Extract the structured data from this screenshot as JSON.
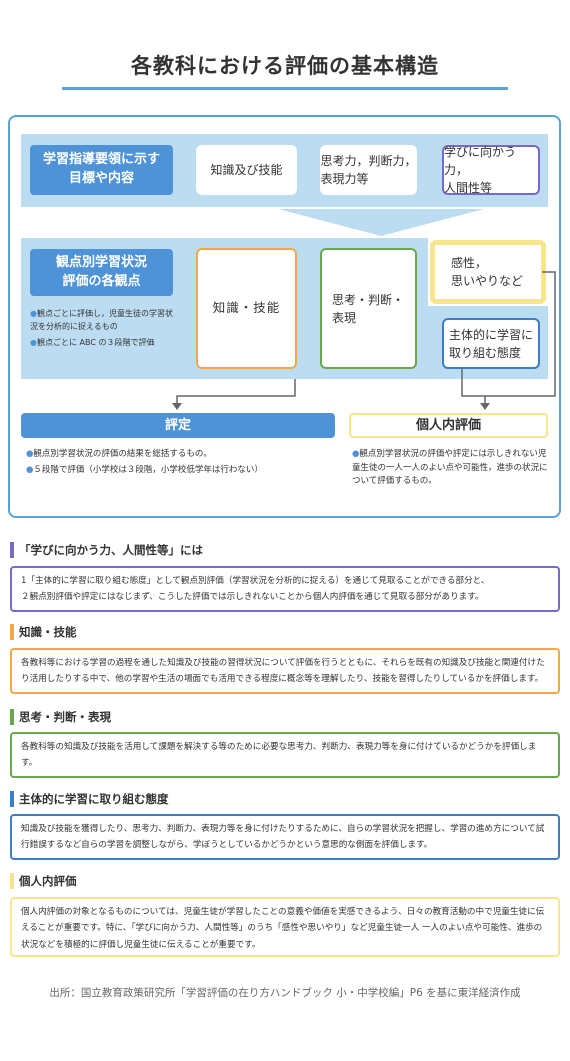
{
  "title": "各教科における評価の基本構造",
  "row1": {
    "label": "学習指導要領に示す\n目標や内容",
    "boxes": [
      "知識及び技能",
      "思考力，判断力，\n表現力等",
      "学びに向かう力，\n人間性等"
    ]
  },
  "row2": {
    "label": "観点別学習状況\n評価の各観点",
    "notes": [
      "観点ごとに評価し，児童生徒の学習状況を分析的に捉えるもの",
      "観点ごとに ABC の３段階で評価"
    ],
    "boxes": [
      "知識・技能",
      "思考・判断・\n表現",
      "主体的に学習に\n取り組む態度"
    ],
    "sensei": "感性，\n思いやりなど"
  },
  "bottom": {
    "hyoutei_label": "評定",
    "hyoutei_notes": [
      "観点別学習状況の評価の結果を総括するもの。",
      "５段階で評価（小学校は３段階，小学校低学年は行わない）"
    ],
    "kojin_label": "個人内評価",
    "kojin_note": "観点別学習状況の評価や評定には示しきれない児童生徒の一人一人のよい点や可能性，進歩の状況について評価するもの。"
  },
  "sections": [
    {
      "title": "「学びに向かう力、人間性等」には",
      "color": "#7b69c7",
      "body": "1「主体的に学習に取り組む態度」として観点別評価（学習状況を分析的に捉える）を通じて見取ることができる部分と、\n２観点別評価や評定にはなじまず、こうした評価では示しきれないことから個人内評価を通じて見取る部分があります。"
    },
    {
      "title": "知識・技能",
      "color": "#f2a945",
      "body": "各教科等における学習の過程を通した知識及び技能の習得状況について評価を行うとともに、それらを既有の知識及び技能と関連付けたり活用したりする中で、他の学習や生活の場面でも活用できる程度に概念等を理解したり、技能を習得したりしているかを評価します。"
    },
    {
      "title": "思考・判断・表現",
      "color": "#6aa84f",
      "body": "各教科等の知識及び技能を活用して課題を解決する等のために必要な思考力、判断力、表現力等を身に付けているかどうかを評価します。"
    },
    {
      "title": "主体的に学習に取り組む態度",
      "color": "#3d7fc6",
      "body": "知識及び技能を獲得したり、思考力、判断力、表現力等を身に付けたりするために、自らの学習状況を把握し、学習の進め方について試行錯誤するなど自らの学習を調整しながら、学ぼうとしているかどうかという意思的な側面を評価します。"
    },
    {
      "title": "個人内評価",
      "color": "#f7e58d",
      "body": "個人内評価の対象となるものについては、児童生徒が学習したことの意義や価値を実感できるよう、日々の教育活動の中で児童生徒に伝えることが重要です。特に、「学びに向かう力、人間性等」のうち「感性や思いやり」など児童生徒一人 一人のよい点や可能性、進歩の状況などを積極的に評価し児童生徒に伝えることが重要です。"
    }
  ],
  "source": "出所：国立教育政策研究所「学習評価の在り方ハンドブック 小・中学校編」P6 を基に東洋経済作成",
  "colors": {
    "blue": "#4e93d8",
    "light_blue": "#bcdcf1",
    "orange": "#f2a945",
    "green": "#6aa84f",
    "purple": "#7b69c7",
    "yellow": "#f7e58d"
  }
}
